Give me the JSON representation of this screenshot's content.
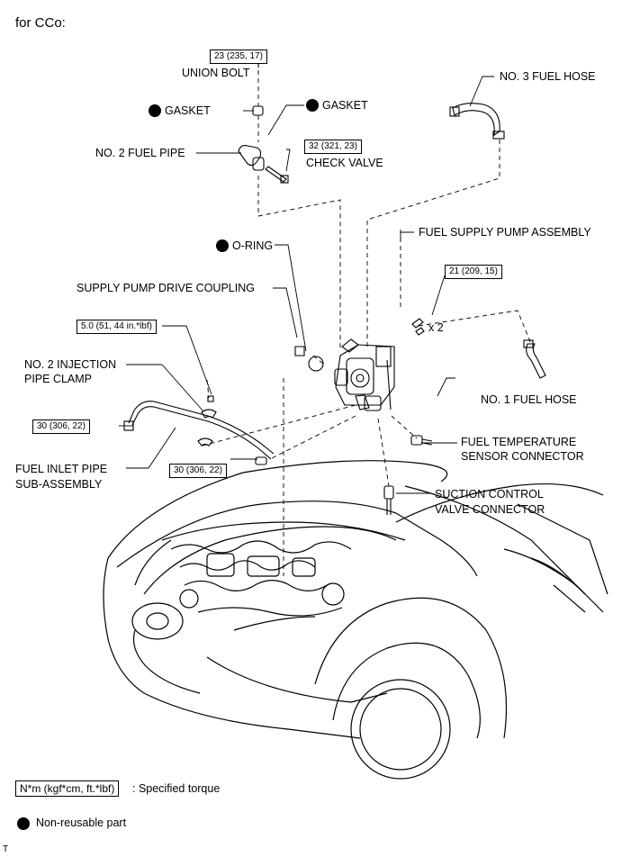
{
  "title": "for CCo:",
  "torques": {
    "union_bolt": "23 (235, 17)",
    "check_valve": "32 (321, 23)",
    "pump_bolt": "21 (209, 15)",
    "clamp_bolt": "5.0 (51, 44 in.*lbf)",
    "inlet_pipe_nut_left": "30 (306, 22)",
    "inlet_pipe_nut_right": "30 (306, 22)"
  },
  "labels": {
    "union_bolt": "UNION BOLT",
    "gasket_left": "GASKET",
    "gasket_right": "GASKET",
    "no2_fuel_pipe": "NO. 2 FUEL PIPE",
    "check_valve": "CHECK VALVE",
    "no3_fuel_hose": "NO. 3 FUEL HOSE",
    "fuel_supply_pump": "FUEL SUPPLY PUMP ASSEMBLY",
    "o_ring": "O-RING",
    "drive_coupling": "SUPPLY PUMP DRIVE COUPLING",
    "qty": "x 2",
    "no2_injection_clamp_1": "NO. 2 INJECTION",
    "no2_injection_clamp_2": "PIPE CLAMP",
    "no1_fuel_hose": "NO. 1 FUEL HOSE",
    "fuel_temp_1": "FUEL TEMPERATURE",
    "fuel_temp_2": "SENSOR CONNECTOR",
    "fuel_inlet_1": "FUEL INLET PIPE",
    "fuel_inlet_2": "SUB-ASSEMBLY",
    "suction_1": "SUCTION CONTROL",
    "suction_2": "VALVE CONNECTOR"
  },
  "legend": {
    "torque_unit": "N*m (kgf*cm, ft.*lbf)",
    "torque_desc": ": Specified torque",
    "nonreusable_desc": "Non-reusable part"
  },
  "footer_mark": "T"
}
